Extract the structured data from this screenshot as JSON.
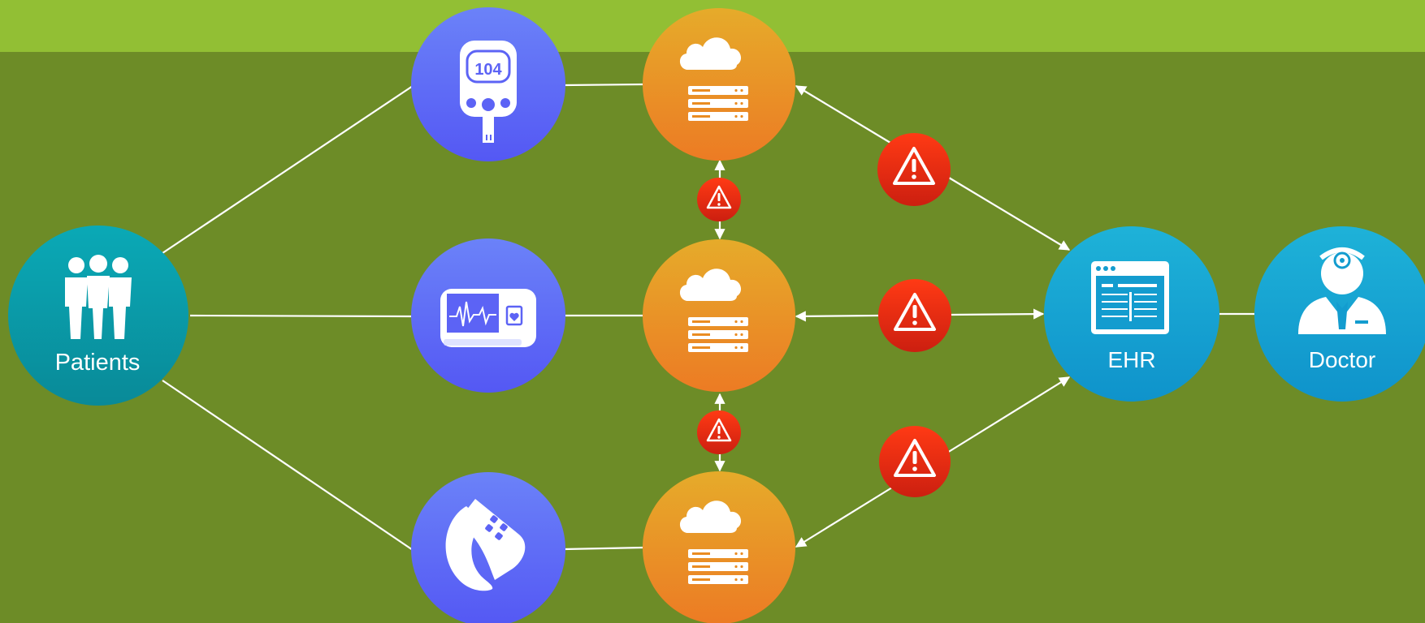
{
  "diagram": {
    "nodes": {
      "patients": {
        "label": "Patients",
        "icon": "people-group-icon"
      },
      "glucose_meter": {
        "label": "",
        "icon": "glucose-meter-icon",
        "display_value": "104"
      },
      "ecg_monitor": {
        "label": "",
        "icon": "ecg-monitor-icon"
      },
      "fitness_band": {
        "label": "",
        "icon": "fitness-band-icon"
      },
      "cloud_server_top": {
        "label": "",
        "icon": "cloud-server-icon"
      },
      "cloud_server_middle": {
        "label": "",
        "icon": "cloud-server-icon"
      },
      "cloud_server_bottom": {
        "label": "",
        "icon": "cloud-server-icon"
      },
      "ehr": {
        "label": "EHR",
        "icon": "ehr-document-icon"
      },
      "doctor": {
        "label": "Doctor",
        "icon": "doctor-icon"
      }
    },
    "alerts": [
      {
        "id": "alert-server-top-ehr",
        "icon": "warning-icon"
      },
      {
        "id": "alert-server-middle-ehr",
        "icon": "warning-icon"
      },
      {
        "id": "alert-server-bottom-ehr",
        "icon": "warning-icon"
      },
      {
        "id": "alert-server-top-middle",
        "icon": "warning-icon"
      },
      {
        "id": "alert-server-middle-bottom",
        "icon": "warning-icon"
      }
    ]
  },
  "colors": {
    "background": "#6d8c27",
    "top_band": "#92bf34",
    "patients": "#0a98a6",
    "device": "#5f6ff6",
    "server": "#ea8c22",
    "alert": "#e62b13",
    "ehr_doctor": "#1aa6d2",
    "line": "#ffffff"
  }
}
